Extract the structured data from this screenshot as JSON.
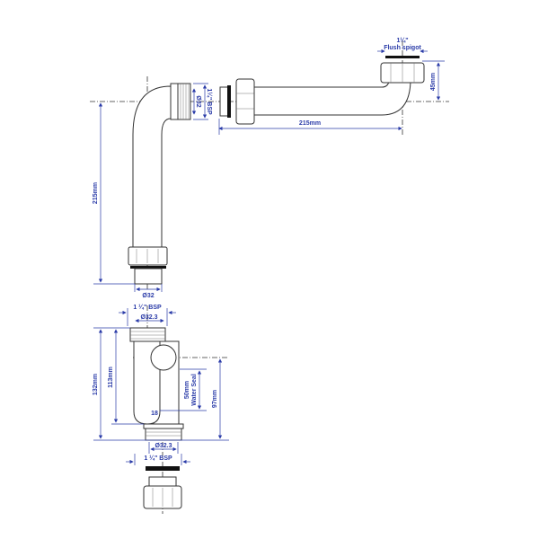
{
  "labels": {
    "flush_spigot_size": "1¼\"",
    "flush_spigot": "Flush spigot",
    "drop_height": "45mm",
    "horizontal_length": "215mm",
    "elbow_thread": "1¼\" BSP",
    "elbow_bore": "Ø32",
    "vertical_length": "215mm",
    "tail_diameter": "Ø32",
    "trap_top_thread": "1 ¼\" BSP",
    "trap_top_bore": "Ø32.3",
    "trap_overall_height": "132mm",
    "trap_body_height": "113mm",
    "water_seal_depth": "50mm",
    "water_seal": "Water Seal",
    "outlet_height": "97mm",
    "gap": "18",
    "trap_bottom_bore": "Ø32.3",
    "trap_bottom_thread": "1 ¼\" BSP"
  },
  "colors": {
    "dimension": "#2a3ba8",
    "outline": "#333333",
    "washer": "#111111"
  }
}
